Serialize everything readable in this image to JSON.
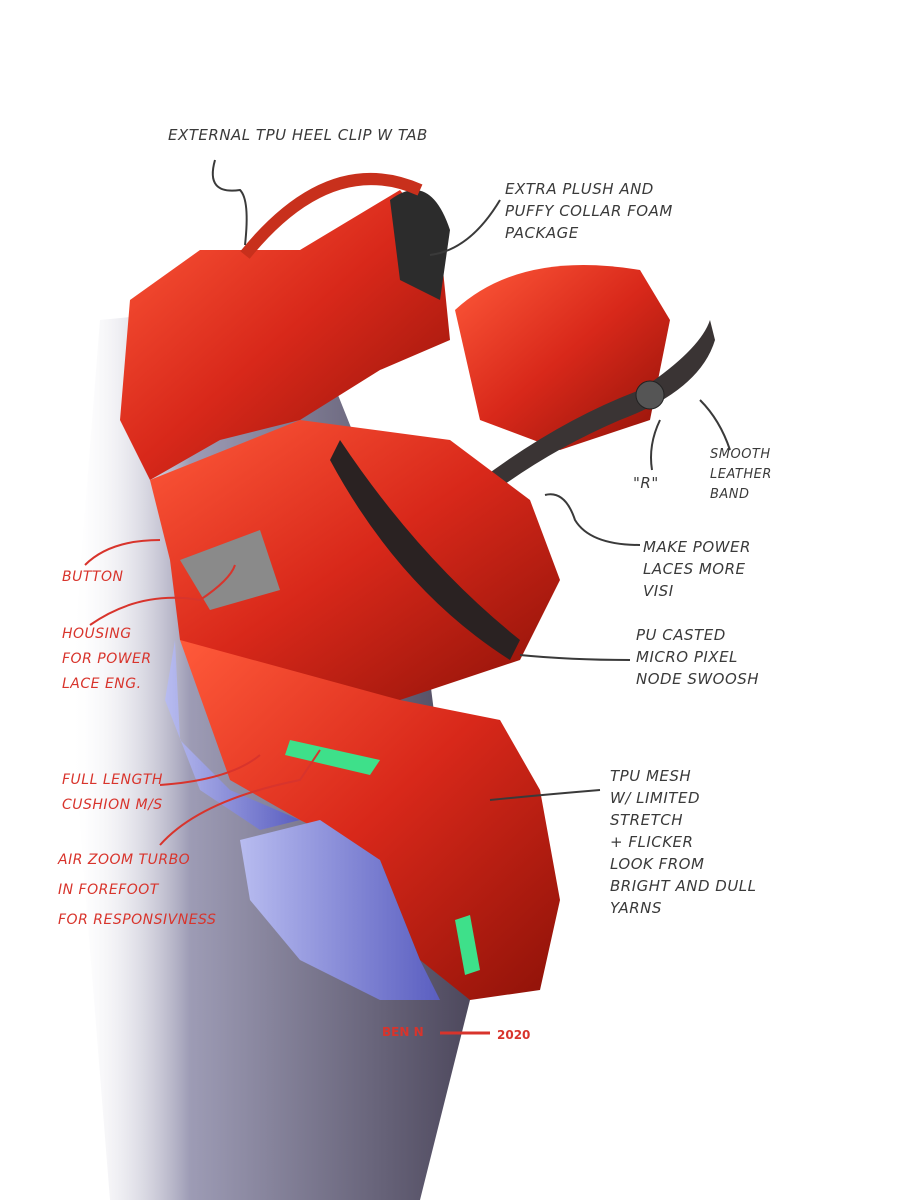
{
  "annotations": {
    "heel_clip": [
      "External TPU heel clip w tab"
    ],
    "collar_foam": [
      "Extra plush and",
      "puffy collar foam",
      "package"
    ],
    "r_logo": [
      "\"R\""
    ],
    "leather_band": [
      "Smooth",
      "leather",
      "band"
    ],
    "power_laces": [
      "Make power",
      "laces more",
      "visi"
    ],
    "swoosh": [
      "PU casted",
      "micro pixel",
      "node swoosh"
    ],
    "tpu_mesh": [
      "TPU mesh",
      "w/ limited",
      "stretch",
      "+ flicker",
      "look from",
      "bright and dull",
      "yarns"
    ],
    "button": [
      "Button"
    ],
    "housing": [
      "Housing",
      "for power",
      "lace eng."
    ],
    "cushion": [
      "Full length",
      "cushion m/s"
    ],
    "air_zoom": [
      "Air zoom turbo",
      "in forefoot",
      "for responsivness"
    ]
  },
  "signature": {
    "name": "BEN N",
    "year": "2020"
  },
  "colors": {
    "shoe_red": "#d8281a",
    "sole_blue": "#8a8ee0",
    "shadow": "#3b3550",
    "ink": "#3a3a3a",
    "red_ink": "#d8342c",
    "air_green": "#3ee08a"
  }
}
